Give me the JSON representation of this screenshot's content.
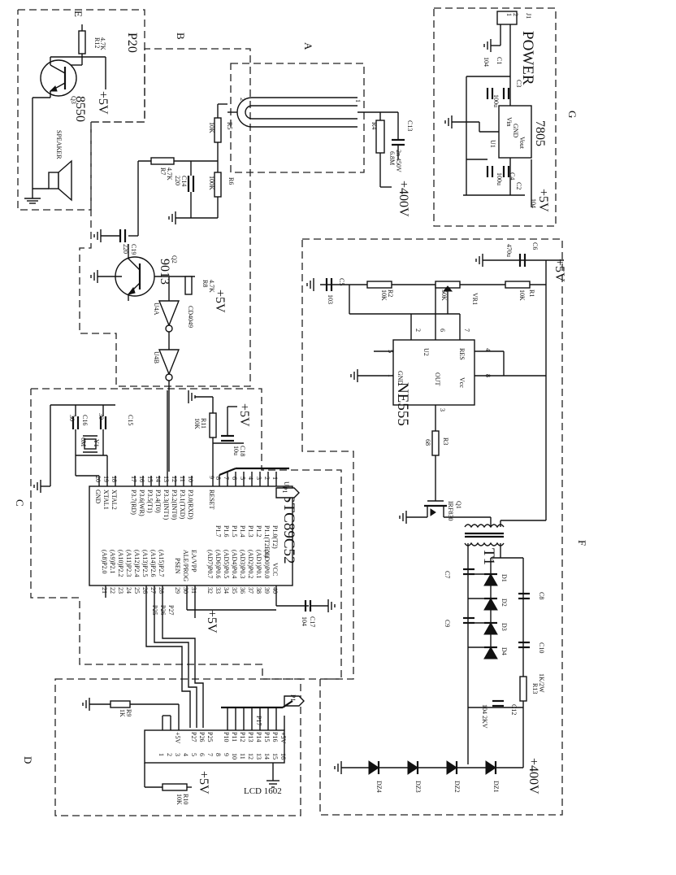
{
  "sections": {
    "a": "A",
    "b": "B",
    "c": "C",
    "d": "D",
    "e": "E",
    "f": "F",
    "g": "G"
  },
  "power_section": {
    "title": "POWER",
    "regulator": "7805",
    "j1": "J1",
    "pins": [
      "1",
      "2"
    ],
    "caps": [
      "C1",
      "C3",
      "C2",
      "C4"
    ],
    "cap_vals": [
      "104",
      "100u",
      "104",
      "100u"
    ],
    "reg_pins": [
      "Vin",
      "GND",
      "Vout"
    ],
    "u1": "U1",
    "out": "+5V"
  },
  "speaker_section": {
    "p20": "P20",
    "r12": "R12",
    "r12_val": "4.7K",
    "q3": "Q3",
    "q3_type": "8550",
    "vcc": "+5V",
    "speaker": "SPEAKER"
  },
  "tube_section": {
    "r4": "R4",
    "r4_val": "6.8M",
    "c13": "C13",
    "c13_val": "2n 450V",
    "hv": "+400V",
    "pins": [
      "1",
      "2"
    ]
  },
  "amp_section": {
    "r5": "R5",
    "r5_val": "10K",
    "r6": "R6",
    "r6_val": "100K",
    "r7": "R7",
    "r7_val": "4.7K",
    "r8": "R8",
    "r8_val": "4.7K",
    "c14": "C14",
    "c14_val": "220",
    "c19": "C19",
    "c19_val": "220",
    "q2": "Q2",
    "q2_type": "9013",
    "vcc": "+5V",
    "u4a": "U4A",
    "u4b": "U4B",
    "inv": "CD4049"
  },
  "mcu_section": {
    "chip": "STC89C52",
    "u3": "U3",
    "p1": "P1",
    "left_pins": [
      "RESET",
      "P3.0(RXD)",
      "P3.1(TXD)",
      "P3.2(INT0)",
      "P3.3(INT1)",
      "P3.4(T0)",
      "P3.5(T1)",
      "P3.6(WR)",
      "P3.7(RD)",
      "XTAL2",
      "XTAL1",
      "GND"
    ],
    "left_nums": [
      "9",
      "10",
      "11",
      "12",
      "13",
      "14",
      "15",
      "16",
      "17",
      "18",
      "19",
      "20"
    ],
    "top_pins": [
      "P1.0(T2)",
      "P1.1(T2EX)",
      "P1.2",
      "P1.3",
      "P1.4",
      "P1.5",
      "P1.6",
      "P1.7"
    ],
    "top_nums": [
      "1",
      "2",
      "3",
      "4",
      "5",
      "6",
      "7",
      "8"
    ],
    "right_pins": [
      "VCC",
      "(AD0)P0.0",
      "(AD1)P0.1",
      "(AD2)P0.2",
      "(AD3)P0.3",
      "(AD4)P0.4",
      "(AD5)P0.5",
      "(AD6)P0.6",
      "(AD7)P0.7",
      "EA/VPP",
      "ALE/PROG",
      "PSEN",
      "(A15)P2.7",
      "(A14)P2.6",
      "(A13)P2.5",
      "(A12)P2.4",
      "(A11)P2.3",
      "(A10)P2.2",
      "(A9)P2.1",
      "(A8)P2.0"
    ],
    "right_nums": [
      "40",
      "39",
      "38",
      "37",
      "36",
      "35",
      "34",
      "33",
      "32",
      "31",
      "30",
      "29",
      "28",
      "27",
      "26",
      "25",
      "24",
      "23",
      "22",
      "21"
    ],
    "p2_labels": [
      "P27",
      "P26",
      "P25"
    ],
    "r11": "R11",
    "r11_val": "10K",
    "c18": "C18",
    "c18_val": "10u",
    "c15": "C15",
    "c15_val": "30",
    "c16": "C16",
    "c16_val": "30",
    "y1": "Y1",
    "y1_val": "6M",
    "c17": "C17",
    "c17_val": "104",
    "vcc": "+5V",
    "vcc2": "+5V"
  },
  "lcd_section": {
    "name": "LCD 1602",
    "p1": "P1",
    "r9": "R9",
    "r9_val": "1K",
    "r10": "R10",
    "r10_val": "10K",
    "pins": [
      "1",
      "2",
      "3",
      "4",
      "5",
      "6",
      "7",
      "8",
      "9",
      "10",
      "11",
      "12",
      "13",
      "14",
      "15",
      "16"
    ],
    "pin_labels": [
      "P27",
      "P26",
      "P25",
      "P10",
      "P11",
      "P12",
      "P13",
      "P14",
      "P15",
      "P16",
      "P17",
      "+5V"
    ],
    "vcc": "+5V",
    "vcc_in": "+5V"
  },
  "hv_section": {
    "ne555": "NE555",
    "u2": "U2",
    "pins": {
      "gnd": "GND",
      "out": "OUT",
      "vcc": "Vcc",
      "res": "RES"
    },
    "pin_nums": [
      "1",
      "2",
      "3",
      "4",
      "5",
      "6",
      "7",
      "8"
    ],
    "r1": "R1",
    "r1_val": "10K",
    "r2": "R2",
    "r2_val": "10K",
    "r3": "R3",
    "r3_val": "68",
    "vr1": "VR1",
    "vr1_val": "50K",
    "c5": "C5",
    "c5_val": "103",
    "c6": "C6",
    "c6_val": "470u",
    "q1": "Q1",
    "q1_type": "IRF830",
    "t1": "T1",
    "caps": [
      "C7",
      "C8",
      "C9",
      "C10"
    ],
    "diodes": [
      "D1",
      "D2",
      "D3",
      "D4"
    ],
    "r13": "R13",
    "r13_val": "1K/2W",
    "c12": "C12",
    "c12_val": "104 2KV",
    "zeners": [
      "DZ1",
      "DZ2",
      "DZ3",
      "DZ4"
    ],
    "hv": "+400V",
    "vcc": "+5V"
  }
}
